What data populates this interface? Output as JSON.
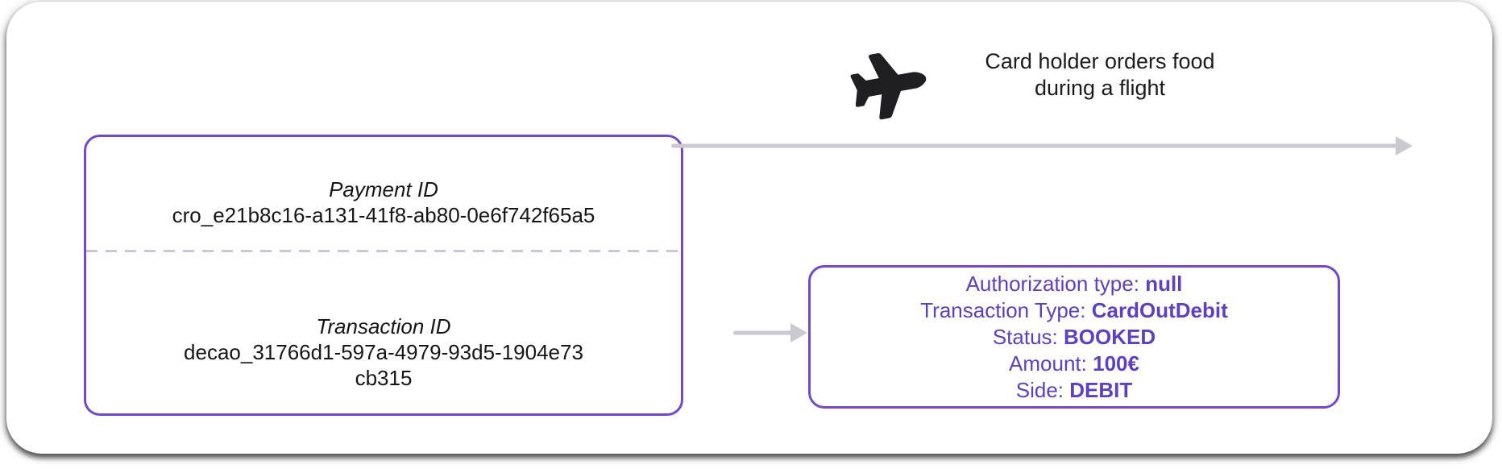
{
  "diagram": {
    "flight_caption": {
      "line1": "Card holder orders food",
      "line2": "during a flight"
    },
    "ids_box": {
      "payment": {
        "label": "Payment ID",
        "value": "cro_e21b8c16-a131-41f8-ab80-0e6f742f65a5"
      },
      "transaction": {
        "label": "Transaction ID",
        "value": "decao_31766d1-597a-4979-93d5-1904e73cb315"
      }
    },
    "details_box": {
      "rows": [
        {
          "label": "Authorization type:",
          "value": "null"
        },
        {
          "label": "Transaction Type:",
          "value": "CardOutDebit"
        },
        {
          "label": "Status:",
          "value": "BOOKED"
        },
        {
          "label": "Amount:",
          "value": "100€"
        },
        {
          "label": "Side:",
          "value": "DEBIT"
        }
      ]
    },
    "icons": {
      "plane": "airplane-icon"
    },
    "colors": {
      "box_border": "#7348ca",
      "details_text": "#5e3ec2",
      "arrow": "#c9c9d2",
      "text": "#1c1c1e",
      "divider": "#c7c7d7"
    }
  }
}
